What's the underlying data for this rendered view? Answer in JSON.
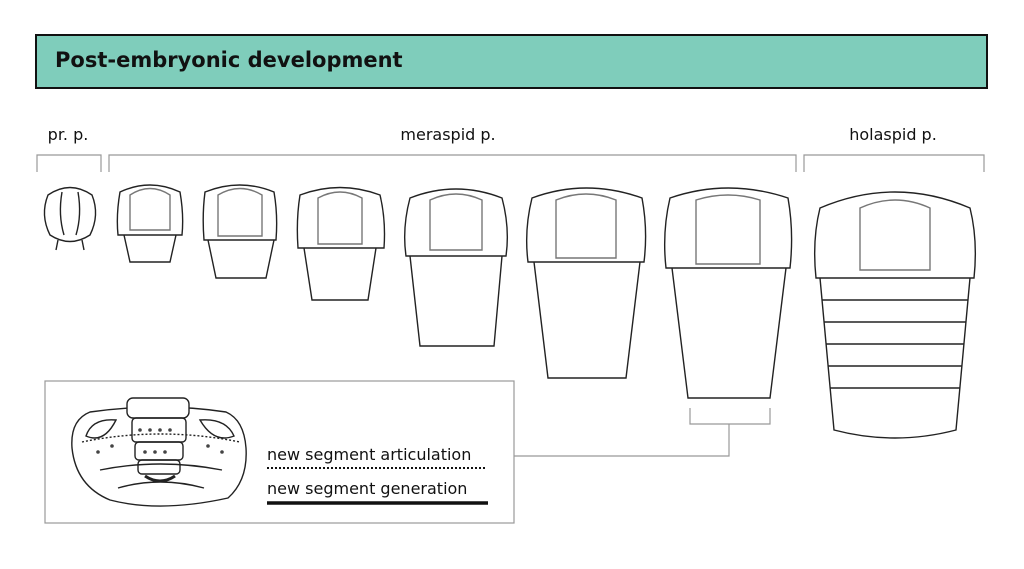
{
  "title": "Post-embryonic development",
  "phases": [
    {
      "label": "pr. p."
    },
    {
      "label": "meraspid p."
    },
    {
      "label": "holaspid p."
    }
  ],
  "legend": {
    "articulation_label": "new segment articulation",
    "generation_label": "new segment generation"
  },
  "colors": {
    "banner": "#7fcdbb",
    "ink": "#222222",
    "glabella": "#777777",
    "bracket": "#999999"
  },
  "icons": [
    "protaspis-larva-icon",
    "meraspis-larva-icon",
    "holaspis-adult-icon",
    "pygidium-detail-icon"
  ]
}
